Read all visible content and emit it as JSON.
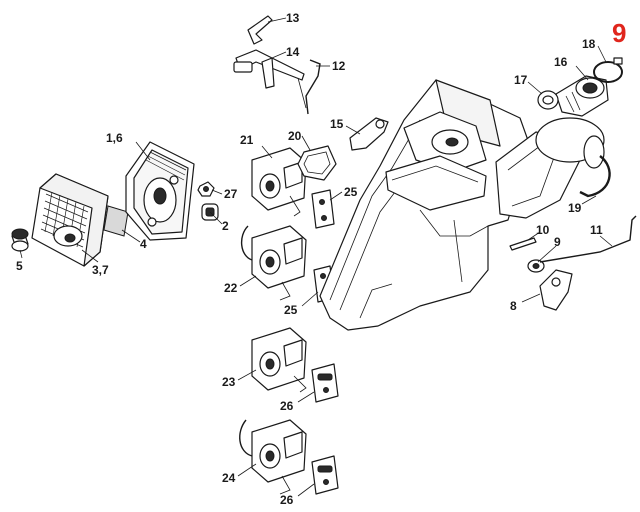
{
  "section_number": "9",
  "callouts": {
    "c1_6": "1,6",
    "c2": "2",
    "c3_7": "3,7",
    "c4": "4",
    "c5": "5",
    "c8": "8",
    "c9": "9",
    "c10": "10",
    "c11": "11",
    "c12": "12",
    "c13": "13",
    "c14": "14",
    "c15": "15",
    "c16": "16",
    "c17": "17",
    "c18": "18",
    "c19": "19",
    "c20": "20",
    "c21": "21",
    "c22": "22",
    "c23": "23",
    "c24": "24",
    "c25a": "25",
    "c25b": "25",
    "c26a": "26",
    "c26b": "26",
    "c27": "27"
  }
}
